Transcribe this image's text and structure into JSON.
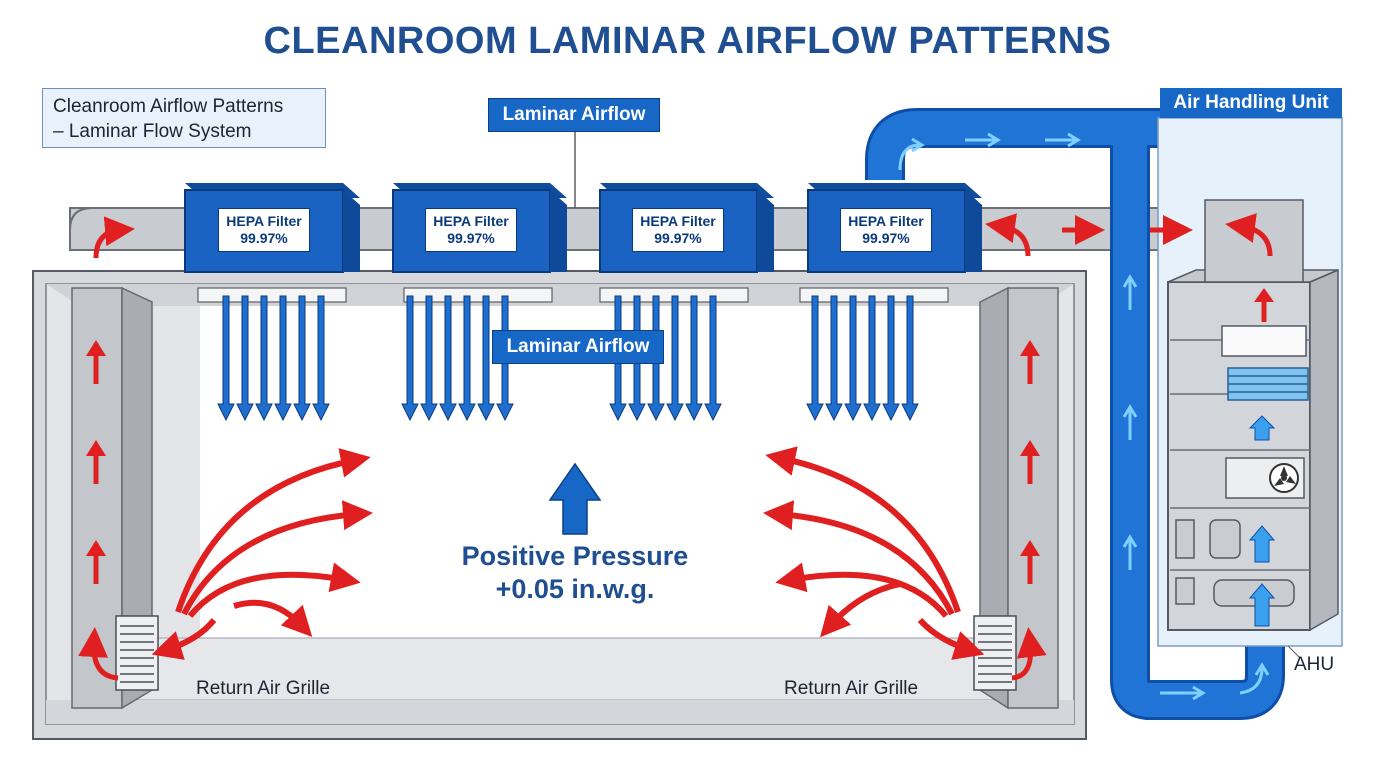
{
  "title": "CLEANROOM LAMINAR AIRFLOW PATTERNS",
  "legend": {
    "line1": "Cleanroom Airflow Patterns",
    "line2": "– Laminar Flow System"
  },
  "labels": {
    "laminar_top": "Laminar Airflow",
    "laminar_mid": "Laminar Airflow",
    "pressure_line1": "Positive Pressure",
    "pressure_line2": "+0.05 in.w.g.",
    "return_left": "Return Air Grille",
    "return_right": "Return Air Grille",
    "ahu_title": "Air Handling Unit",
    "ahu_short": "AHU"
  },
  "filters": [
    {
      "name": "HEPA Filter",
      "rating": "99.97%"
    },
    {
      "name": "HEPA Filter",
      "rating": "99.97%"
    },
    {
      "name": "HEPA Filter",
      "rating": "99.97%"
    },
    {
      "name": "HEPA Filter",
      "rating": "99.97%"
    }
  ],
  "colors": {
    "title": "#1f4e91",
    "hepa_blue": "#1a63c2",
    "airflow_blue": "#1f6fd0",
    "return_red": "#e02020",
    "duct_grey": "#c8cbd0",
    "supply_duct": "#1f74d6"
  },
  "icons": {
    "supply_arrow": "arrow-down-icon",
    "return_arrow": "curved-arrow-icon",
    "fan": "fan-icon",
    "coil": "cooling-coil-icon"
  }
}
